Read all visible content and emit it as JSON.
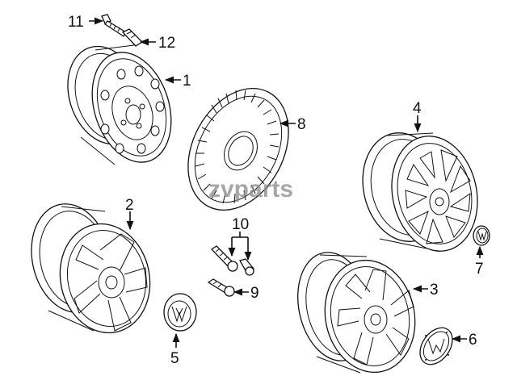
{
  "watermark": "zvparts",
  "callouts": [
    {
      "id": "1",
      "text": "1"
    },
    {
      "id": "2",
      "text": "2"
    },
    {
      "id": "3",
      "text": "3"
    },
    {
      "id": "4",
      "text": "4"
    },
    {
      "id": "5",
      "text": "5"
    },
    {
      "id": "6",
      "text": "6"
    },
    {
      "id": "7",
      "text": "7"
    },
    {
      "id": "8",
      "text": "8"
    },
    {
      "id": "9",
      "text": "9"
    },
    {
      "id": "10",
      "text": "10"
    },
    {
      "id": "11",
      "text": "11"
    },
    {
      "id": "12",
      "text": "12"
    }
  ]
}
